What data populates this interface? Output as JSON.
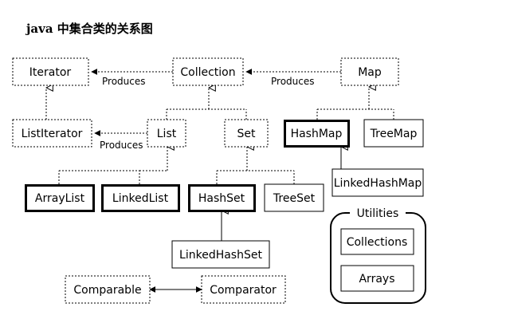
{
  "title": "java 中集合类的关系图",
  "nodes": {
    "iterator": "Iterator",
    "collection": "Collection",
    "map": "Map",
    "list_iterator": "ListIterator",
    "list": "List",
    "set": "Set",
    "hash_map": "HashMap",
    "tree_map": "TreeMap",
    "array_list": "ArrayList",
    "linked_list": "LinkedList",
    "hash_set": "HashSet",
    "tree_set": "TreeSet",
    "linked_hash_map": "LinkedHashMap",
    "linked_hash_set": "LinkedHashSet",
    "comparable": "Comparable",
    "comparator": "Comparator"
  },
  "relations": {
    "produces_1": "Produces",
    "produces_2": "Produces",
    "produces_3": "Produces"
  },
  "utilities": {
    "title": "Utilities",
    "collections": "Collections",
    "arrays": "Arrays"
  }
}
